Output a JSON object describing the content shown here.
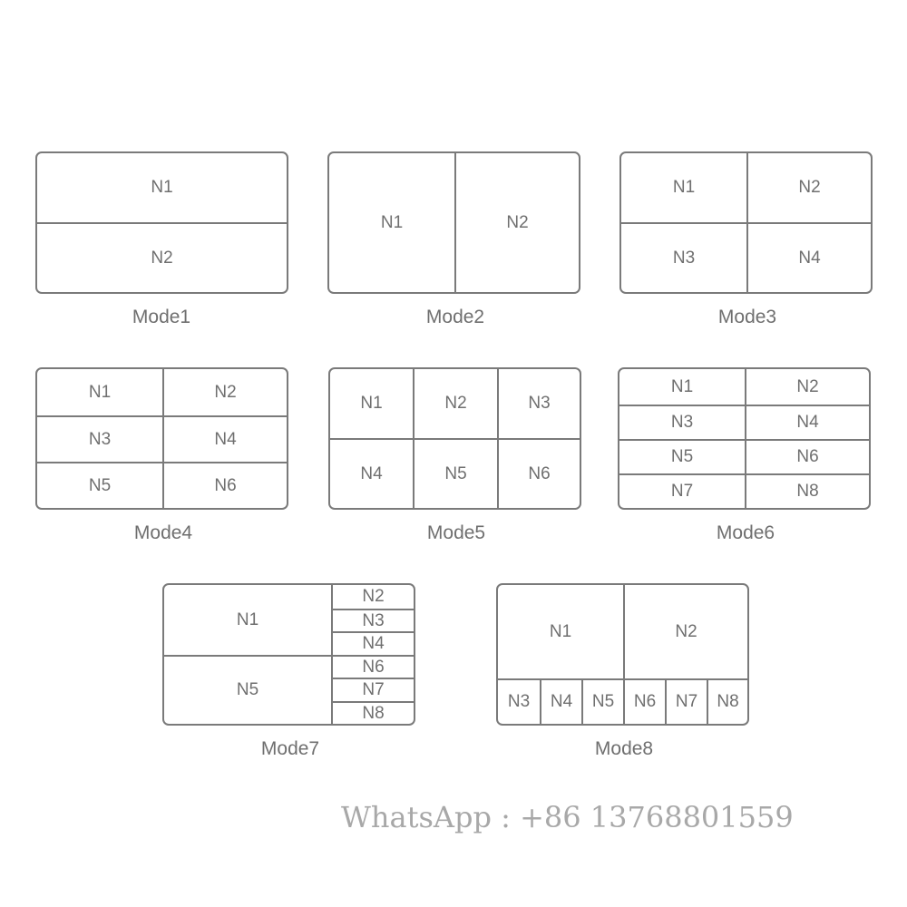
{
  "modes": [
    {
      "name": "Mode1",
      "cells": [
        "N1",
        "N2"
      ]
    },
    {
      "name": "Mode2",
      "cells": [
        "N1",
        "N2"
      ]
    },
    {
      "name": "Mode3",
      "cells": [
        "N1",
        "N2",
        "N3",
        "N4"
      ]
    },
    {
      "name": "Mode4",
      "cells": [
        "N1",
        "N2",
        "N3",
        "N4",
        "N5",
        "N6"
      ]
    },
    {
      "name": "Mode5",
      "cells": [
        "N1",
        "N2",
        "N3",
        "N4",
        "N5",
        "N6"
      ]
    },
    {
      "name": "Mode6",
      "cells": [
        "N1",
        "N2",
        "N3",
        "N4",
        "N5",
        "N6",
        "N7",
        "N8"
      ]
    },
    {
      "name": "Mode7",
      "cells": [
        "N1",
        "N2",
        "N3",
        "N4",
        "N5",
        "N6",
        "N7",
        "N8"
      ]
    },
    {
      "name": "Mode8",
      "cells": [
        "N1",
        "N2",
        "N3",
        "N4",
        "N5",
        "N6",
        "N7",
        "N8"
      ]
    }
  ],
  "watermark": "WhatsApp : +86 13768801559"
}
